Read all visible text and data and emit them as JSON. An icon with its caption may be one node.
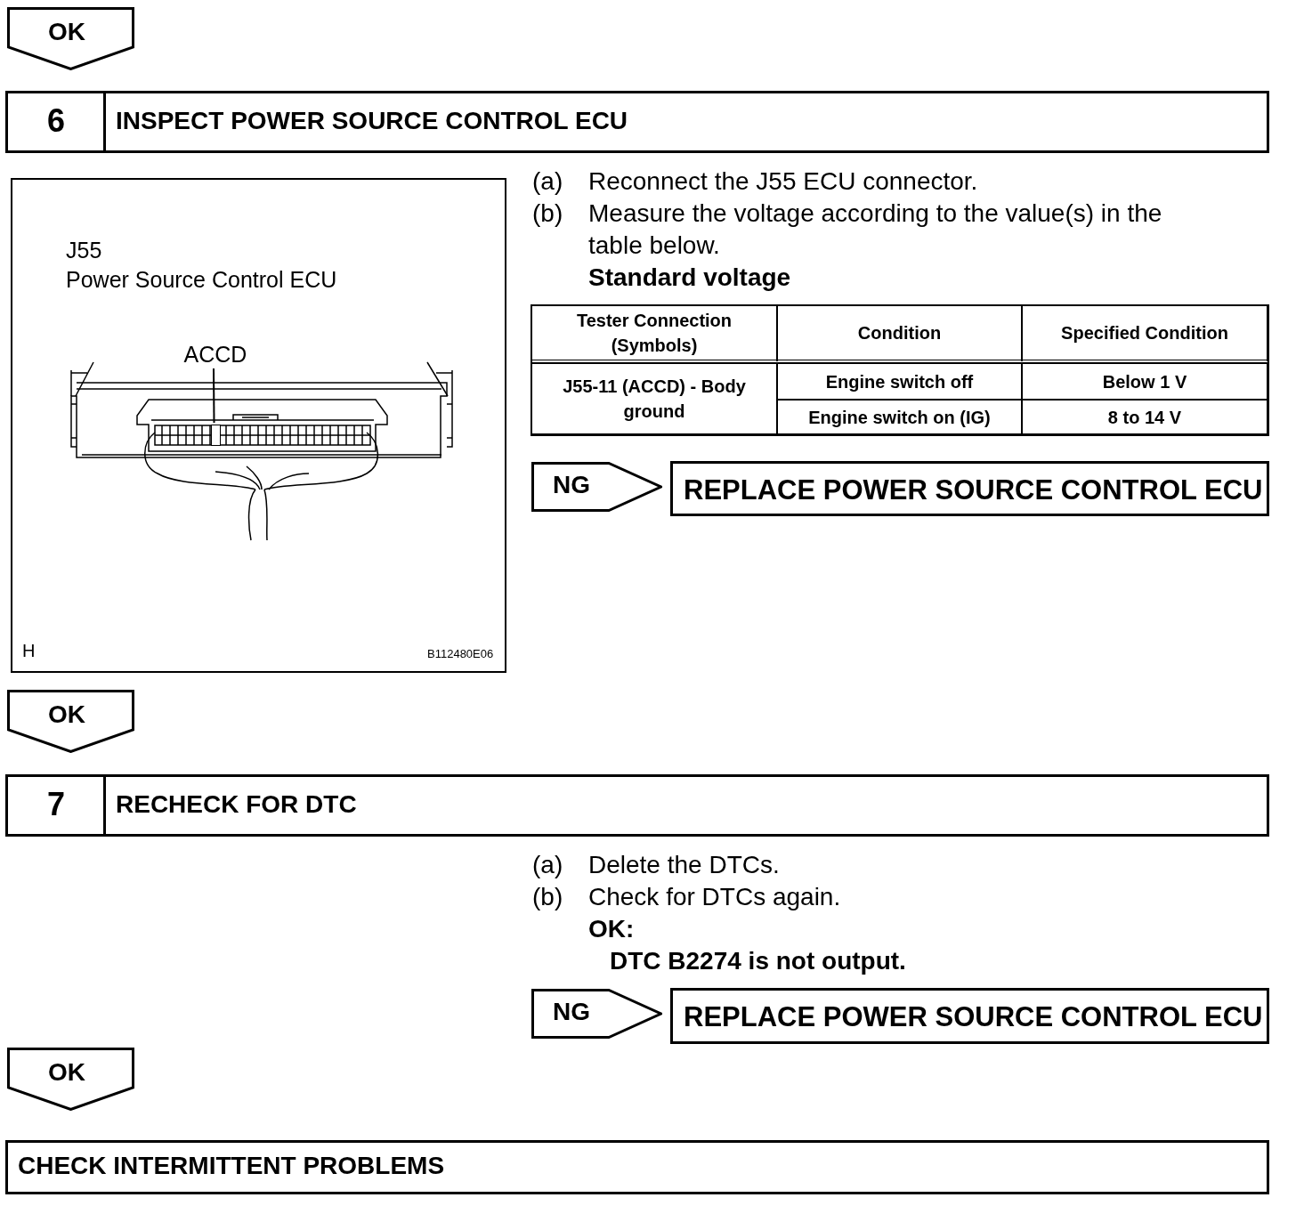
{
  "diagram": {
    "nodes": [
      {
        "text": [
          "OK"
        ]
      },
      {
        "text": [
          "6",
          "INSPECT POWER SOURCE CONTROL ECU"
        ]
      },
      {
        "text": [
          "J55",
          "Power Source Control ECU"
        ]
      },
      {
        "text": [
          "ACCD"
        ],
        "in": 2
      },
      {
        "text": [],
        "shape": "box",
        "in": 2
      },
      {
        "text": [
          "NG"
        ]
      },
      {
        "text": [
          "REPLACE POWER SOURCE CONTROL ECU"
        ]
      },
      {
        "text": [
          "OK"
        ]
      },
      {
        "text": [
          "7",
          "RECHECK FOR DTC"
        ]
      },
      {
        "text": [
          "NG"
        ]
      },
      {
        "text": [
          "REPLACE POWER SOURCE CONTROL ECU"
        ]
      },
      {
        "text": [
          "OK"
        ]
      },
      {
        "text": [
          "CHECK INTERMITTENT PROBLEMS"
        ]
      }
    ],
    "edges": [
      {
        "from": 3,
        "to": 4,
        "arrow": "none"
      }
    ],
    "labels": [
      "(a)",
      "Reconnect the J55 ECU connector.",
      "(b)",
      "Measure the voltage according to the value(s) in the table below.",
      "Standard voltage",
      "Tester Connection (Symbols)",
      "Condition",
      "Specified Condition",
      "J55-11 (ACCD) - Body ground",
      "Engine switch off",
      "Below 1 V",
      "Engine switch on (IG)",
      "8 to 14 V",
      "H",
      "B112480E06",
      "(a)",
      "Delete the DTCs.",
      "(b)",
      "Check for DTCs again.",
      "OK:",
      "DTC B2274 is not output."
    ]
  }
}
